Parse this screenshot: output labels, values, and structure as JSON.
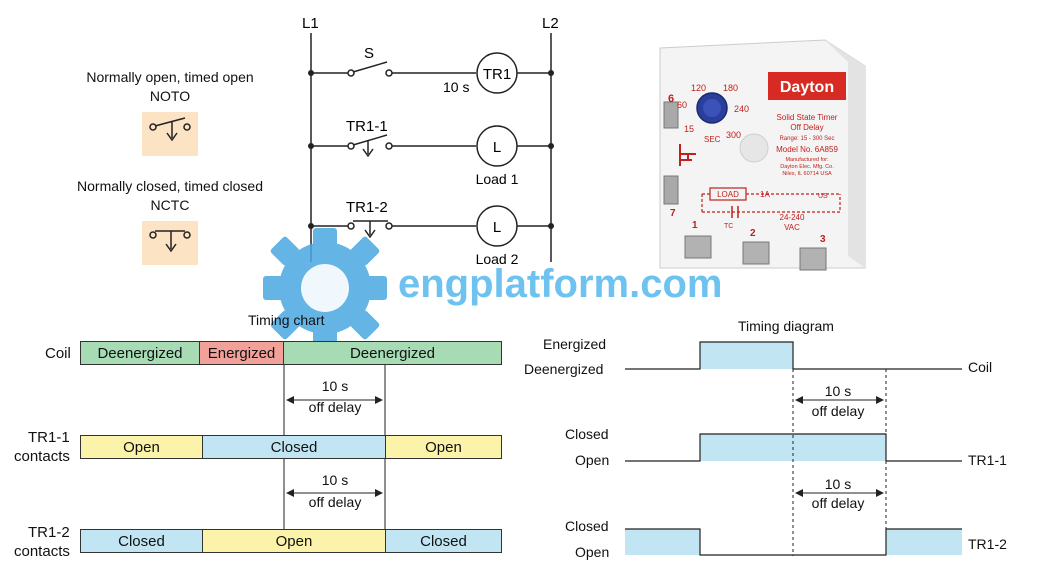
{
  "ladder": {
    "l1": "L1",
    "l2": "L2",
    "switch": "S",
    "timer": "TR1",
    "timer_delay": "10 s",
    "contact1": "TR1-1",
    "contact2": "TR1-2",
    "lamp_symbol": "L",
    "load1": "Load 1",
    "load2": "Load 2"
  },
  "legend": {
    "noto_title": "Normally open, timed open",
    "noto_abbr": "NOTO",
    "nctc_title": "Normally closed, timed closed",
    "nctc_abbr": "NCTC"
  },
  "timer_product": {
    "brand": "Dayton",
    "line1": "Solid State Timer",
    "line2": "Off Delay",
    "range": "Range: 15 - 300 Sec",
    "model": "Model No. 6A859",
    "mfr1": "Manufactured for:",
    "mfr2": "Dayton Elec. Mfg. Co.",
    "mfr3": "Niles, IL 60714 USA",
    "dial": [
      "120",
      "180",
      "60",
      "240",
      "15",
      "300"
    ],
    "dial_unit": "SEC",
    "dial_mult": "6",
    "load_label": "LOAD",
    "amp": "1A",
    "voltage": "24-240",
    "vac": "VAC",
    "tc": "TC",
    "term_7": "7",
    "term_1": "1",
    "term_2": "2",
    "term_3": "3",
    "cert": "US"
  },
  "watermark": "engplatform.com",
  "timing_chart": {
    "title": "Timing chart",
    "coil_label": "Coil",
    "coil_bars": [
      "Deenergized",
      "Energized",
      "Deenergized"
    ],
    "delay_value": "10 s",
    "delay_label": "off delay",
    "tr11_label_1": "TR1-1",
    "tr11_label_2": "contacts",
    "tr11_bars": [
      "Open",
      "Closed",
      "Open"
    ],
    "tr12_label_1": "TR1-2",
    "tr12_label_2": "contacts",
    "tr12_bars": [
      "Closed",
      "Open",
      "Closed"
    ],
    "colors": {
      "green": "#a6dbb3",
      "red": "#f2a19a",
      "yellow": "#fbf3a9",
      "blue": "#c1e5f3"
    }
  },
  "timing_diagram": {
    "title": "Timing diagram",
    "coil_high": "Energized",
    "coil_low": "Deenergized",
    "coil_name": "Coil",
    "delay_value": "10 s",
    "delay_label": "off delay",
    "tr11_high": "Closed",
    "tr11_low": "Open",
    "tr11_name": "TR1-1",
    "tr12_high": "Closed",
    "tr12_low": "Open",
    "tr12_name": "TR1-2"
  }
}
